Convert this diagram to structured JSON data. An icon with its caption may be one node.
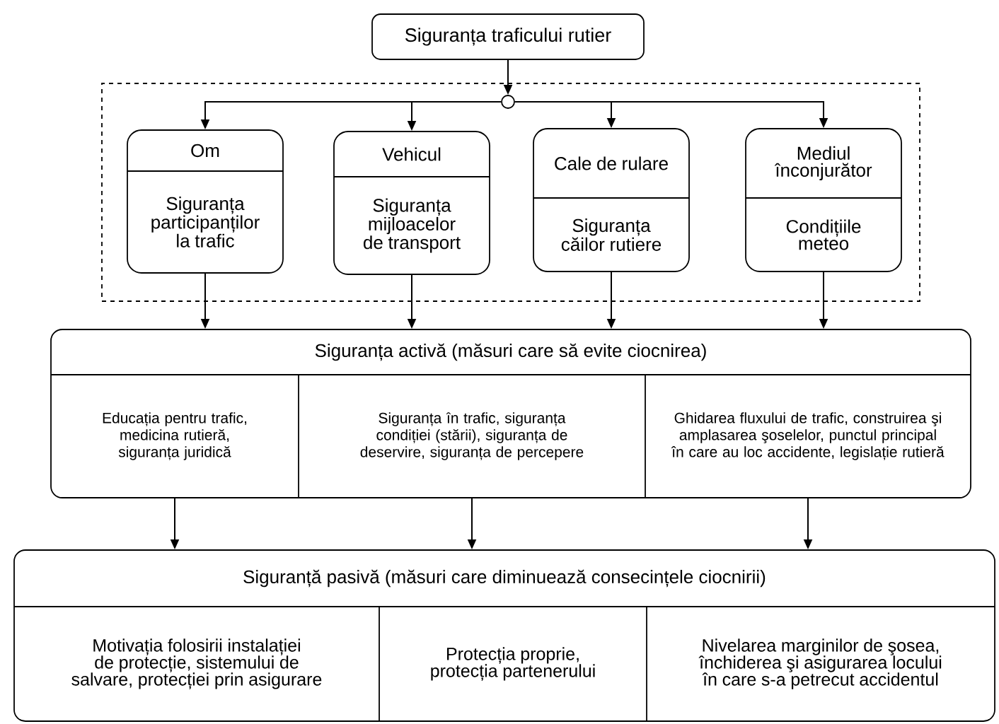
{
  "diagram": {
    "nodes": [
      {
        "text": [
          "Siguranța traficului rutier"
        ]
      },
      {
        "text": [],
        "shape": "box"
      },
      {
        "text": [],
        "shape": "circle",
        "in": 1
      },
      {
        "text": [
          "Om",
          "Siguranța participanților la trafic"
        ],
        "in": 1
      },
      {
        "text": [
          "Vehicul",
          "Siguranța mijloacelor de transport"
        ],
        "in": 1
      },
      {
        "text": [
          "Cale de rulare",
          "Siguranța căilor rutiere"
        ],
        "in": 1
      },
      {
        "text": [
          "Mediul înconjurător",
          "Condițiile meteo"
        ],
        "in": 1
      },
      {
        "text": [
          "Siguranța activă (măsuri care să evite ciocnirea)"
        ]
      },
      {
        "text": [
          "Educația pentru trafic, medicina rutieră, siguranța juridică"
        ],
        "in": 7
      },
      {
        "text": [
          "Siguranța în trafic, siguranța condiției (stării), siguranța de deservire, siguranța de percepere"
        ],
        "in": 7
      },
      {
        "text": [
          "Ghidarea fluxului de trafic, construirea şi amplasarea şoselelor, punctul principal în care au loc accidente, legislație rutieră"
        ],
        "in": 7
      },
      {
        "text": [
          "Siguranță pasivă (măsuri care diminuează consecințele ciocnirii)"
        ]
      },
      {
        "text": [
          "Motivația folosirii instalației de protecție, sistemului de salvare, protecției prin asigurare"
        ],
        "in": 11
      },
      {
        "text": [
          "Protecția proprie, protecția partenerului"
        ],
        "in": 11
      },
      {
        "text": [
          "Nivelarea marginilor de şosea, închiderea şi asigurarea locului în care s-a petrecut accidentul"
        ],
        "in": 11
      }
    ],
    "edges": [
      {
        "from": 0,
        "to": 2,
        "arrow": "to"
      },
      {
        "from": 2,
        "to": 3,
        "arrow": "to"
      },
      {
        "from": 2,
        "to": 4,
        "arrow": "to"
      },
      {
        "from": 2,
        "to": 5,
        "arrow": "to"
      },
      {
        "from": 2,
        "to": 6,
        "arrow": "to"
      },
      {
        "from": 3,
        "to": 7,
        "arrow": "to"
      },
      {
        "from": 4,
        "to": 7,
        "arrow": "to"
      },
      {
        "from": 5,
        "to": 7,
        "arrow": "to"
      },
      {
        "from": 6,
        "to": 7,
        "arrow": "to"
      },
      {
        "from": 8,
        "to": 11,
        "arrow": "to"
      },
      {
        "from": 9,
        "to": 11,
        "arrow": "to"
      },
      {
        "from": 10,
        "to": 11,
        "arrow": "to"
      }
    ]
  }
}
